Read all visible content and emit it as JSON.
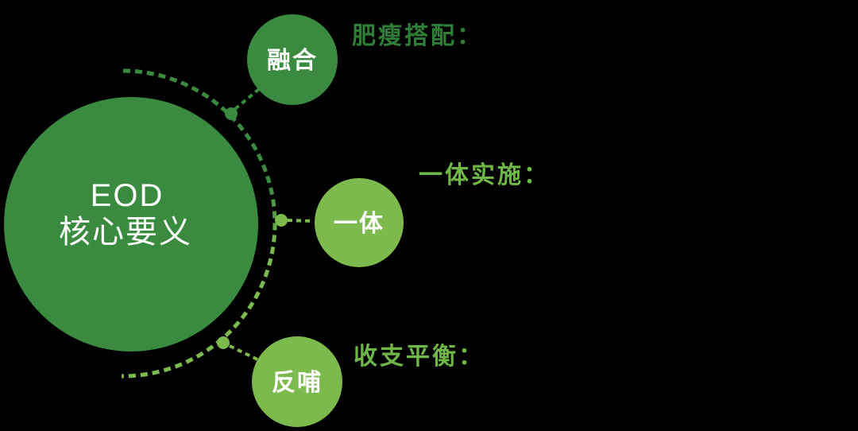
{
  "colors": {
    "dark_green": "#3A8B40",
    "light_green": "#7CBA4E",
    "label_dark_green": "#2F7E35",
    "label_light_green": "#6FB747",
    "text_white": "#FFFFFF"
  },
  "diagram": {
    "center": {
      "line1": "EOD",
      "line2": "核心要义"
    },
    "branches": [
      {
        "node": "融合",
        "label": "肥瘦搭配："
      },
      {
        "node": "一体",
        "label": "一体实施："
      },
      {
        "node": "反哺",
        "label": "收支平衡："
      }
    ]
  }
}
